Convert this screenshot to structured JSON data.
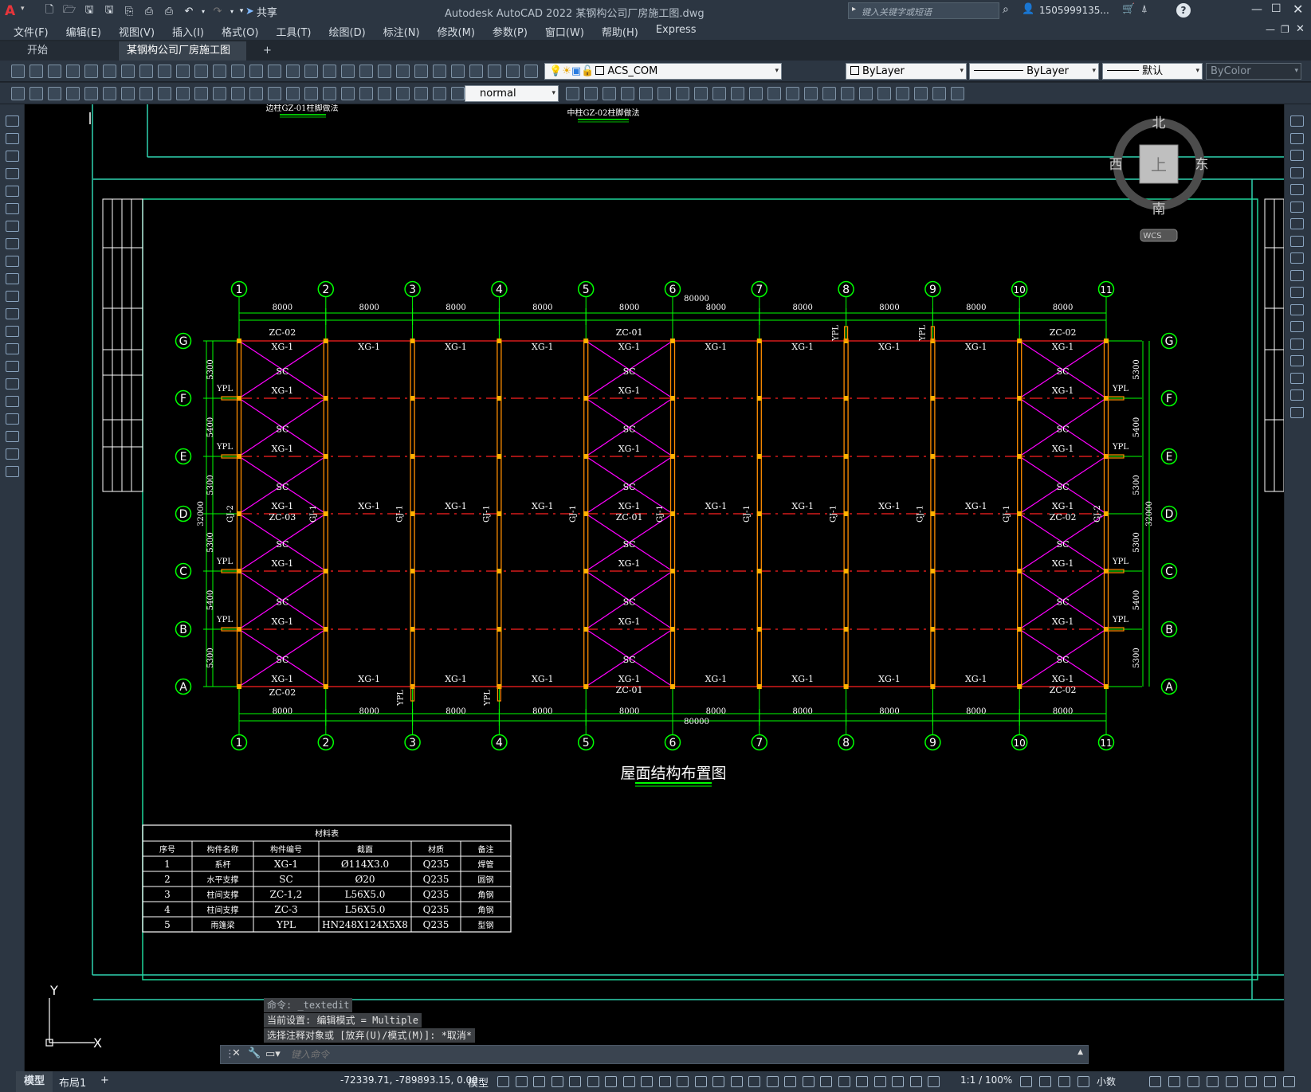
{
  "app": {
    "title": "Autodesk AutoCAD 2022    某钢构公司厂房施工图.dwg",
    "logo": "A",
    "search_placeholder": "键入关键字或短语",
    "user": "1505999135...",
    "share": "共享"
  },
  "menus": [
    "文件(F)",
    "编辑(E)",
    "视图(V)",
    "插入(I)",
    "格式(O)",
    "工具(T)",
    "绘图(D)",
    "标注(N)",
    "修改(M)",
    "参数(P)",
    "窗口(W)",
    "帮助(H)",
    "Express"
  ],
  "tabs": {
    "start": "开始",
    "drawing": "某钢构公司厂房施工图*",
    "add": "+"
  },
  "toolbar": {
    "layer": "ACS_COM",
    "color": "ByLayer",
    "linetype": "ByLayer",
    "lineweight": "默认",
    "plotstyle": "ByColor",
    "textstyle": "normal"
  },
  "viewcube": {
    "north": "北",
    "south": "南",
    "east": "东",
    "west": "西",
    "top": "上",
    "wcs": "WCS"
  },
  "drawing": {
    "title": "屋面结构布置图",
    "top_label_left": "边柱GZ-01柱脚做法",
    "top_label_mid": "中柱GZ-02柱脚做法",
    "col_axes": [
      "1",
      "2",
      "3",
      "4",
      "5",
      "6",
      "7",
      "8",
      "9",
      "10",
      "11"
    ],
    "row_axes": [
      "G",
      "F",
      "E",
      "D",
      "C",
      "B",
      "A"
    ],
    "bay_dim": "8000",
    "total_dim": "80000",
    "total_height": "32000",
    "row_dims": [
      "5300",
      "5400",
      "5300",
      "5300",
      "5400",
      "5300"
    ],
    "labels": {
      "XG": "XG-1",
      "SC": "SC",
      "YPL": "YPL",
      "ZC01": "ZC-01",
      "ZC02": "ZC-02",
      "ZC03": "ZC-03",
      "GJ1": "GJ-1",
      "GJ2": "GJ-2"
    }
  },
  "table": {
    "title": "材料表",
    "headers": [
      "序号",
      "构件名称",
      "构件编号",
      "截面",
      "材质",
      "备注"
    ],
    "rows": [
      [
        "1",
        "系杆",
        "XG-1",
        "Ø114X3.0",
        "Q235",
        "焊管"
      ],
      [
        "2",
        "水平支撑",
        "SC",
        "Ø20",
        "Q235",
        "圆钢"
      ],
      [
        "3",
        "柱间支撑",
        "ZC-1,2",
        "L56X5.0",
        "Q235",
        "角钢"
      ],
      [
        "4",
        "柱间支撑",
        "ZC-3",
        "L56X5.0",
        "Q235",
        "角钢"
      ],
      [
        "5",
        "雨篷梁",
        "YPL",
        "HN248X124X5X8",
        "Q235",
        "型钢"
      ]
    ]
  },
  "ucs": {
    "y": "Y",
    "x": "X"
  },
  "command": {
    "history": [
      "命令: _textedit",
      "当前设置: 编辑模式 = Multiple",
      "选择注释对象或 [放弃(U)/模式(M)]: *取消*"
    ],
    "placeholder": "键入命令"
  },
  "status": {
    "model_tab": "模型",
    "layout_tab": "布局1",
    "add": "+",
    "coords": "-72339.71, -789893.15, 0.00",
    "model": "模型",
    "scale": "1:1 / 100%",
    "units": "小数"
  },
  "colors": {
    "axis": "#00ff00",
    "column": "#ff8c00",
    "bracing": "#ff00ff",
    "purlin": "#ff2020",
    "dim": "#00ff00",
    "border": "#2fd3b0"
  }
}
